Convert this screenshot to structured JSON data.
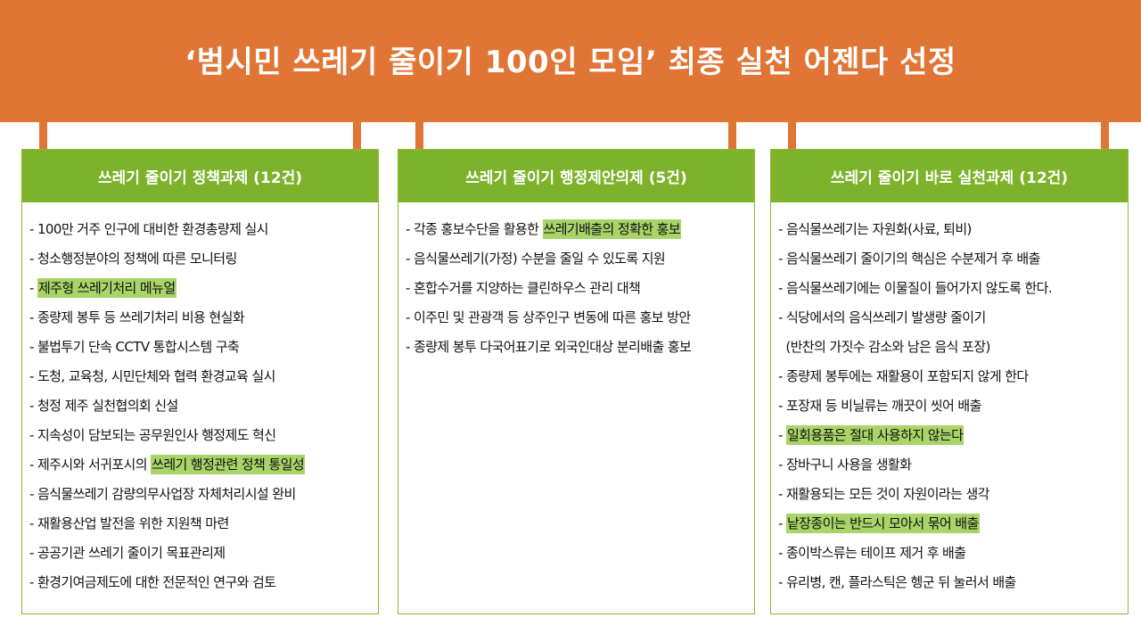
{
  "title": "‘범시민 쓰레기 줄이기 100인 모임’ 최종 실천 어젠다 선정",
  "colors": {
    "banner": "#e07535",
    "header": "#7db32a",
    "highlight": "#a8d468"
  },
  "columns": [
    {
      "header": "쓰레기 줄이기 정책과제 (12건)",
      "items": [
        {
          "pre": "- ",
          "text": "100만 거주 인구에 대비한 환경총량제 실시",
          "hl": "",
          "post": ""
        },
        {
          "pre": "- ",
          "text": "청소행정분야의 정책에 따른 모니터링",
          "hl": "",
          "post": ""
        },
        {
          "pre": "- ",
          "text": "",
          "hl": "제주형 쓰레기처리 메뉴얼",
          "post": ""
        },
        {
          "pre": "- ",
          "text": "종량제 봉투 등 쓰레기처리 비용 현실화",
          "hl": "",
          "post": ""
        },
        {
          "pre": "- ",
          "text": "불법투기 단속 CCTV 통합시스템 구축",
          "hl": "",
          "post": ""
        },
        {
          "pre": "- ",
          "text": "도청, 교육청, 시민단체와 협력 환경교육 실시",
          "hl": "",
          "post": ""
        },
        {
          "pre": "- ",
          "text": "청정 제주 실천협의회 신설",
          "hl": "",
          "post": ""
        },
        {
          "pre": "- ",
          "text": "지속성이  담보되는 공무원인사 행정제도 혁신",
          "hl": "",
          "post": ""
        },
        {
          "pre": "- ",
          "text": "제주시와 서귀포시의 ",
          "hl": "쓰레기 행정관련 정책 통일성",
          "post": ""
        },
        {
          "pre": "- ",
          "text": "음식물쓰레기 감량의무사업장 자체처리시설 완비",
          "hl": "",
          "post": ""
        },
        {
          "pre": "- ",
          "text": "재활용산업 발전을 위한 지원책 마련",
          "hl": "",
          "post": ""
        },
        {
          "pre": "- ",
          "text": "공공기관 쓰레기 줄이기 목표관리제",
          "hl": "",
          "post": ""
        },
        {
          "pre": "- ",
          "text": "환경기여금제도에 대한 전문적인 연구와 검토",
          "hl": "",
          "post": ""
        }
      ]
    },
    {
      "header": "쓰레기 줄이기 행정제안의제 (5건)",
      "items": [
        {
          "pre": "- ",
          "text": "각종 홍보수단을 활용한 ",
          "hl": "쓰레기배출의 정확한 홍보",
          "post": ""
        },
        {
          "pre": "- ",
          "text": "음식물쓰레기(가정) 수분을 줄일 수 있도록 지원",
          "hl": "",
          "post": ""
        },
        {
          "pre": "- ",
          "text": "혼합수거를 지양하는 클린하우스 관리 대책",
          "hl": "",
          "post": ""
        },
        {
          "pre": "- ",
          "text": "이주민 및 관광객 등 상주인구 변동에 따른 홍보 방안",
          "hl": "",
          "post": ""
        },
        {
          "pre": "- ",
          "text": "종량제 봉투 다국어표기로 외국인대상 분리배출 홍보",
          "hl": "",
          "post": ""
        }
      ]
    },
    {
      "header": "쓰레기 줄이기 바로 실천과제 (12건)",
      "items": [
        {
          "pre": "- ",
          "text": "음식물쓰레기는 자원화(사료, 퇴비)",
          "hl": "",
          "post": ""
        },
        {
          "pre": "- ",
          "text": "음식물쓰레기 줄이기의 핵심은 수분제거 후 배출",
          "hl": "",
          "post": ""
        },
        {
          "pre": "- ",
          "text": "음식물쓰레기에는 이물질이 들어가지 않도록 한다.",
          "hl": "",
          "post": ""
        },
        {
          "pre": "- ",
          "text": "식당에서의 음식쓰레기 발생량 줄이기",
          "hl": "",
          "post": ""
        },
        {
          "pre": "  ",
          "text": "(반찬의 가짓수 감소와 남은 음식 포장)",
          "hl": "",
          "post": ""
        },
        {
          "pre": "- ",
          "text": "종량제 봉투에는 재활용이 포함되지 않게 한다",
          "hl": "",
          "post": ""
        },
        {
          "pre": "- ",
          "text": "포장재 등 비닐류는 깨끗이 씻어 배출",
          "hl": "",
          "post": ""
        },
        {
          "pre": "- ",
          "text": "",
          "hl": "일회용품은 절대 사용하지 않는다",
          "post": ""
        },
        {
          "pre": "- ",
          "text": "장바구니 사용을 생활화",
          "hl": "",
          "post": ""
        },
        {
          "pre": "- ",
          "text": "재활용되는 모든 것이 자원이라는 생각",
          "hl": "",
          "post": ""
        },
        {
          "pre": "- ",
          "text": "",
          "hl": "낱장종이는 반드시 모아서 묶어 배출",
          "post": ""
        },
        {
          "pre": "- ",
          "text": "종이박스류는 테이프 제거 후 배출",
          "hl": "",
          "post": ""
        },
        {
          "pre": "- ",
          "text": "유리병, 캔, 플라스틱은 헹군 뒤 눌러서 배출",
          "hl": "",
          "post": ""
        }
      ]
    }
  ]
}
